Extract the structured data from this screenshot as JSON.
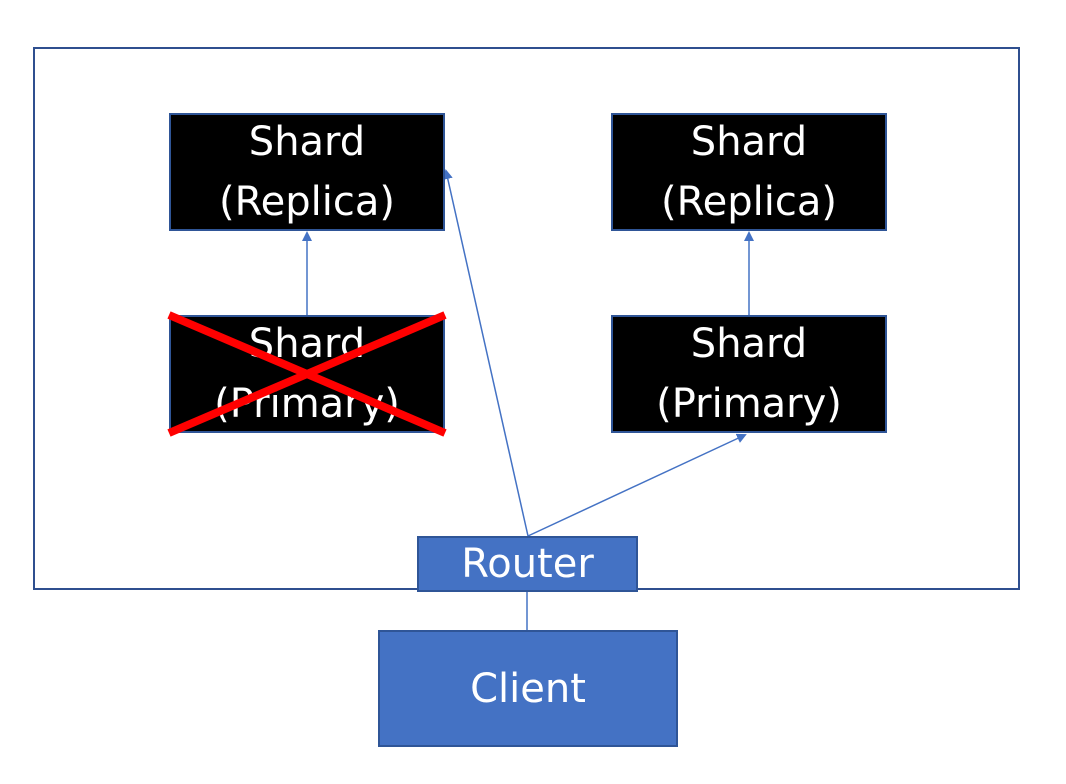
{
  "diagram": {
    "shards": [
      {
        "id": "shard-replica-left",
        "line1": "Shard",
        "line2": "(Replica)",
        "failed": false
      },
      {
        "id": "shard-replica-right",
        "line1": "Shard",
        "line2": "(Replica)",
        "failed": false
      },
      {
        "id": "shard-primary-left",
        "line1": "Shard",
        "line2": "(Primary)",
        "failed": true
      },
      {
        "id": "shard-primary-right",
        "line1": "Shard",
        "line2": "(Primary)",
        "failed": false
      }
    ],
    "router": {
      "label": "Router"
    },
    "client": {
      "label": "Client"
    },
    "colors": {
      "shard_fill": "#000000",
      "node_fill": "#4472c4",
      "border": "#2f5597",
      "connector": "#4472c4",
      "failure_mark": "#ff0000",
      "text": "#ffffff"
    }
  }
}
